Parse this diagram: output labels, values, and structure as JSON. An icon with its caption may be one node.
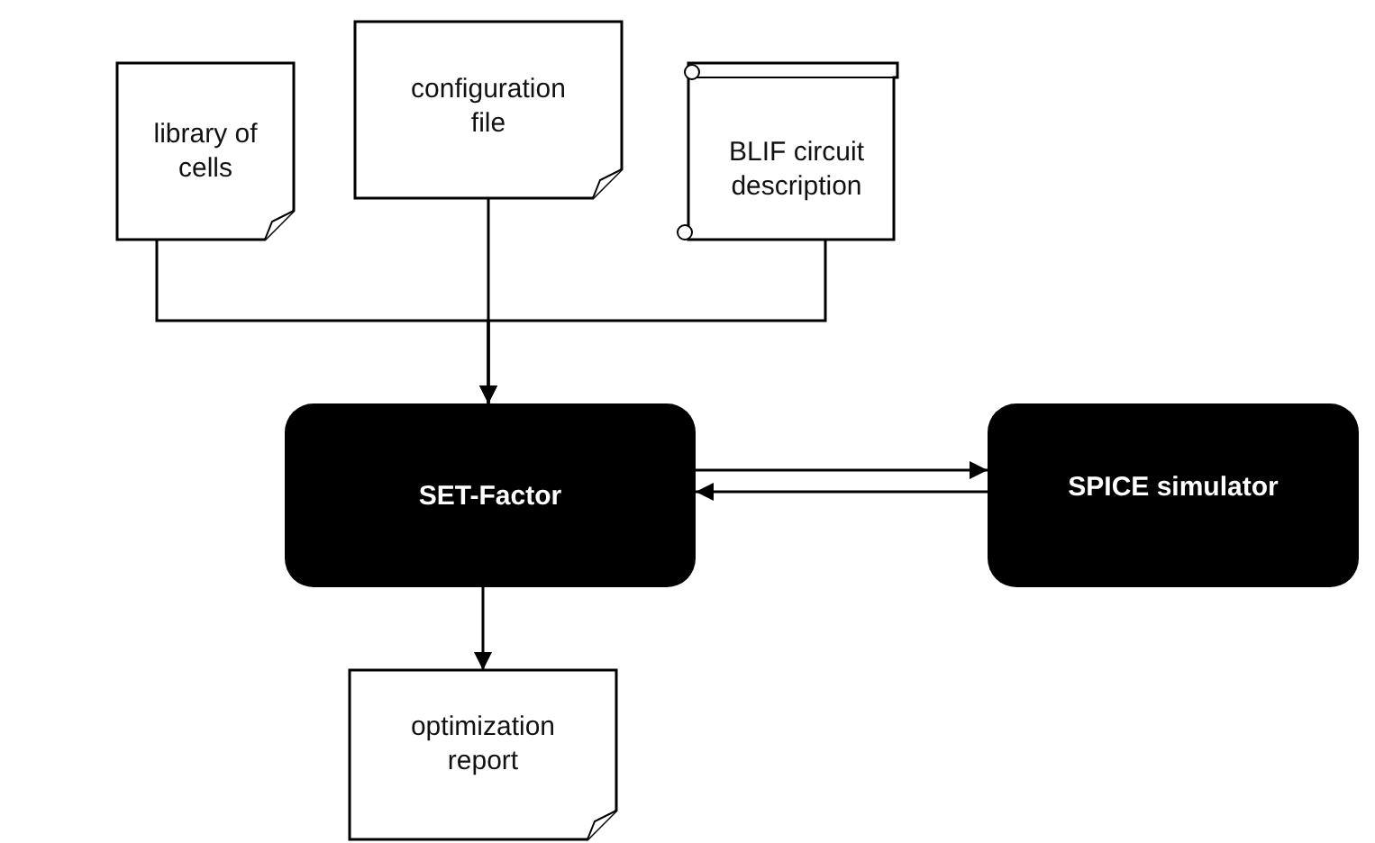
{
  "diagram": {
    "nodes": [
      {
        "text": [
          "library of cells"
        ]
      },
      {
        "text": [
          "configuration file"
        ]
      },
      {
        "text": [
          "BLIF circuit description"
        ]
      },
      {
        "text": [
          "SET-Factor"
        ]
      },
      {
        "text": [
          "SPICE simulator"
        ]
      },
      {
        "text": [
          "optimization report"
        ]
      }
    ],
    "edges": [
      {
        "from": 0,
        "to": 3,
        "arrow": "to"
      },
      {
        "from": 1,
        "to": 3,
        "arrow": "to"
      },
      {
        "from": 2,
        "to": 3,
        "arrow": "to"
      },
      {
        "from": 3,
        "to": 4,
        "arrow": "to"
      },
      {
        "from": 4,
        "to": 3,
        "arrow": "to"
      },
      {
        "from": 3,
        "to": 5,
        "arrow": "to"
      }
    ]
  }
}
